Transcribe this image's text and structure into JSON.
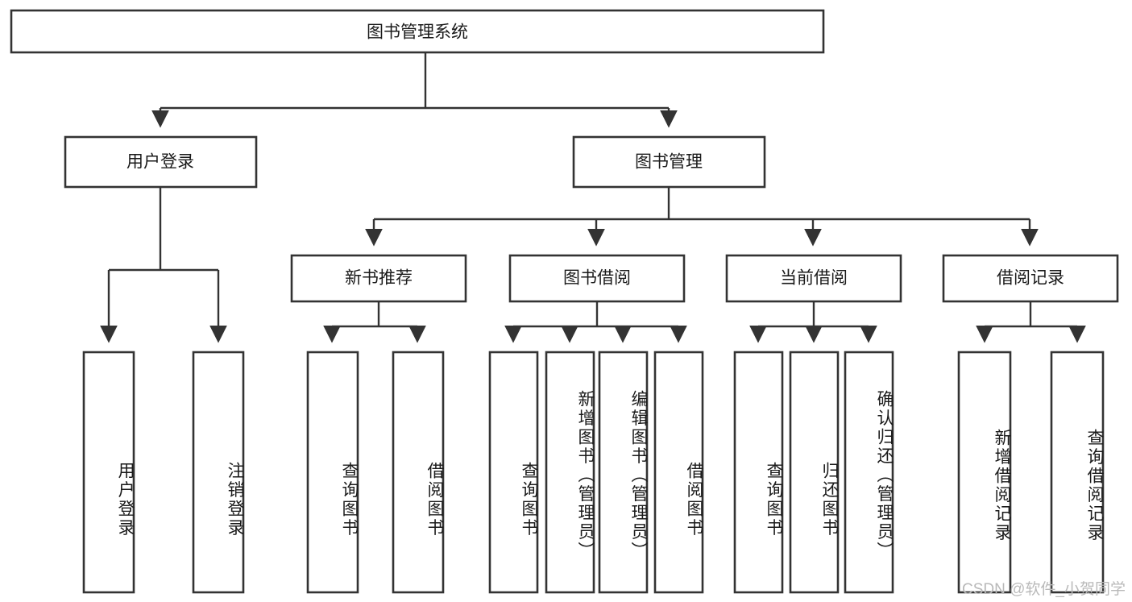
{
  "diagram": {
    "type": "tree-hierarchy",
    "title": "图书管理系统",
    "watermark": "CSDN @软件_小贺同学",
    "colors": {
      "stroke": "#333333",
      "fill": "#ffffff",
      "text": "#1a1a1a",
      "watermark": "#b9b9b9"
    },
    "root": {
      "label": "图书管理系统",
      "level": 0
    },
    "level1": [
      {
        "label": "用户登录"
      },
      {
        "label": "图书管理"
      }
    ],
    "level2": [
      {
        "label": "新书推荐",
        "parent": "图书管理"
      },
      {
        "label": "图书借阅",
        "parent": "图书管理"
      },
      {
        "label": "当前借阅",
        "parent": "图书管理"
      },
      {
        "label": "借阅记录",
        "parent": "图书管理"
      }
    ],
    "leaves": {
      "用户登录": [
        {
          "label": "用户登录"
        },
        {
          "label": "注销登录"
        }
      ],
      "新书推荐": [
        {
          "label": "查询图书"
        },
        {
          "label": "借阅图书"
        }
      ],
      "图书借阅": [
        {
          "label": "查询图书"
        },
        {
          "label": "新增图书（管理员）"
        },
        {
          "label": "编辑图书（管理员）"
        },
        {
          "label": "借阅图书"
        }
      ],
      "当前借阅": [
        {
          "label": "查询图书"
        },
        {
          "label": "归还图书"
        },
        {
          "label": "确认归还（管理员）"
        }
      ],
      "借阅记录": [
        {
          "label": "新增借阅记录"
        },
        {
          "label": "查询借阅记录"
        }
      ]
    }
  }
}
